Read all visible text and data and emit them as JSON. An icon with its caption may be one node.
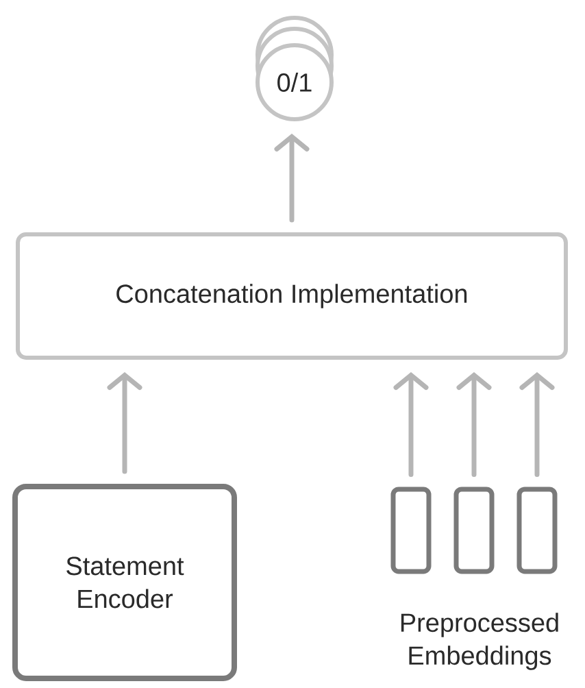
{
  "diagram": {
    "nodes": [
      {
        "text": [
          "0/1"
        ]
      },
      {
        "text": [
          "Concatenation Implementation"
        ]
      },
      {
        "text": [
          "Statement Encoder"
        ]
      },
      {
        "text": [],
        "shape": "bar"
      },
      {
        "text": [],
        "shape": "bar"
      },
      {
        "text": [],
        "shape": "bar"
      }
    ],
    "edges": [
      {
        "from": 1,
        "to": 0,
        "arrow": "to"
      },
      {
        "from": 2,
        "to": 1,
        "arrow": "to"
      },
      {
        "from": 3,
        "to": 1,
        "arrow": "to"
      },
      {
        "from": 4,
        "to": 1,
        "arrow": "to"
      },
      {
        "from": 5,
        "to": 1,
        "arrow": "to"
      }
    ],
    "labels": [
      "Preprocessed Embeddings"
    ]
  }
}
